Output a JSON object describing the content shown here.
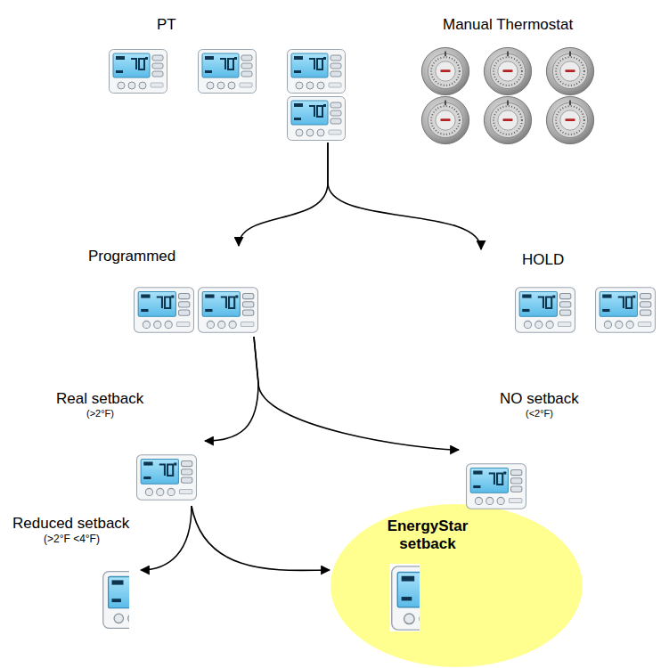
{
  "diagram": {
    "nodes": [
      {
        "text": [
          "PT"
        ]
      },
      {
        "text": [
          "Manual Thermostat"
        ]
      },
      {
        "text": [
          "Programmed"
        ]
      },
      {
        "text": [
          "HOLD"
        ]
      },
      {
        "text": [
          "Real setback",
          "(>2°F)"
        ]
      },
      {
        "text": [
          "NO setback",
          "(<2°F)"
        ]
      },
      {
        "text": [
          "Reduced setback",
          "(>2°F <4°F)"
        ]
      },
      {
        "text": [
          "EnergyStar setback"
        ]
      }
    ],
    "edges": [
      {
        "from": 0,
        "to": 2,
        "arrow": "to"
      },
      {
        "from": 0,
        "to": 3,
        "arrow": "to"
      },
      {
        "from": 2,
        "to": 4,
        "arrow": "to"
      },
      {
        "from": 2,
        "to": 5,
        "arrow": "to"
      },
      {
        "from": 4,
        "to": 6,
        "arrow": "to"
      },
      {
        "from": 4,
        "to": 7,
        "arrow": "to"
      }
    ]
  }
}
